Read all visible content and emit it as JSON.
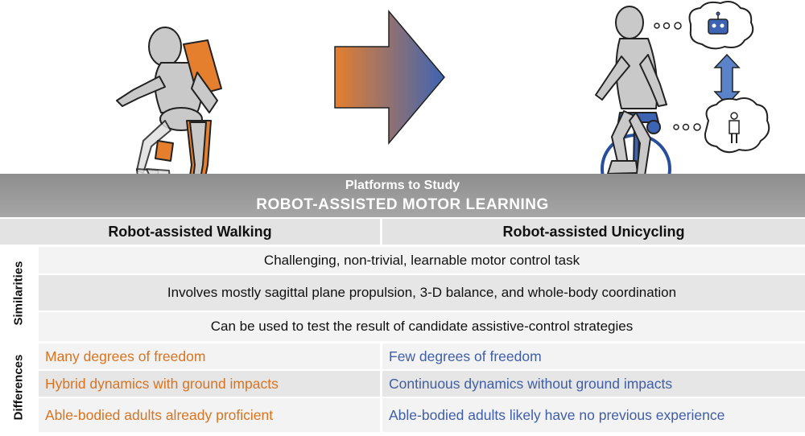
{
  "banner": {
    "subtitle": "Platforms to Study",
    "title": "ROBOT-ASSISTED MOTOR LEARNING"
  },
  "icons": [
    "walking-exoskeleton-figure",
    "gradient-arrow-right",
    "unicycling-figure",
    "robot-thought-icon",
    "person-thought-icon",
    "double-arrow-vertical"
  ],
  "colors": {
    "orange": "#d9731f",
    "blue": "#3f5ea6",
    "banner_gray": "#9a9a9a"
  },
  "table": {
    "col_headers": [
      "Robot-assisted Walking",
      "Robot-assisted Unicycling"
    ],
    "similarities_label": "Similarities",
    "differences_label": "Differences",
    "similarities": [
      "Challenging, non-trivial, learnable motor control task",
      "Involves mostly sagittal plane propulsion, 3-D balance, and whole-body coordination",
      "Can be used to test the result of candidate assistive-control strategies"
    ],
    "differences": [
      {
        "walking": "Many degrees of freedom",
        "unicycling": "Few degrees of freedom"
      },
      {
        "walking": "Hybrid dynamics with ground impacts",
        "unicycling": "Continuous dynamics without ground impacts"
      },
      {
        "walking": "Able-bodied adults already proficient",
        "unicycling": "Able-bodied adults likely have no previous experience"
      }
    ]
  }
}
